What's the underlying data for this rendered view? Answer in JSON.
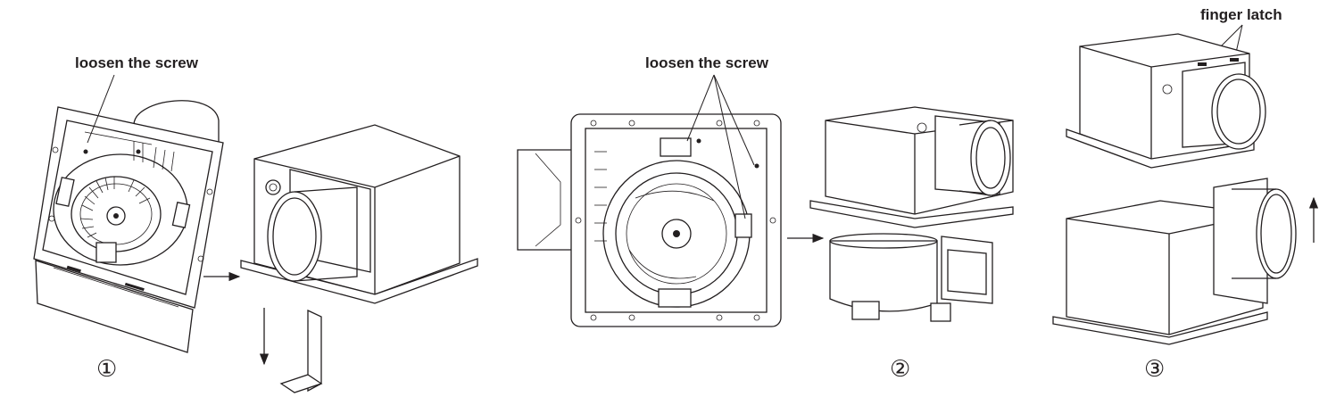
{
  "labels": {
    "loosen_screw_1": "loosen the screw",
    "loosen_screw_2": "loosen the screw",
    "finger_latch": "finger latch"
  },
  "steps": [
    "①",
    "②",
    "③"
  ],
  "colors": {
    "line": "#231f20",
    "background": "#ffffff"
  }
}
